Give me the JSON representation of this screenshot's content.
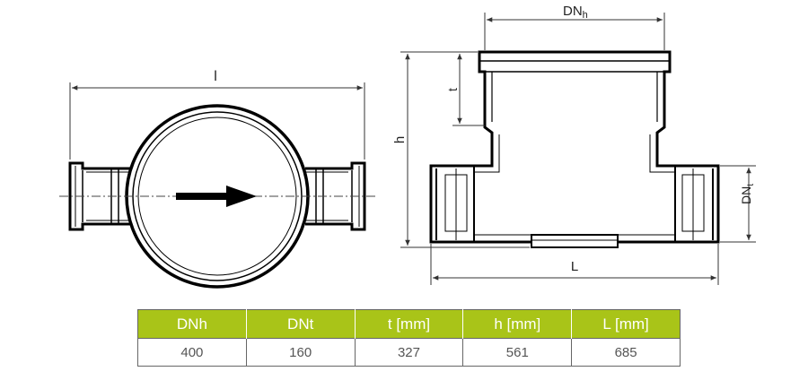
{
  "left_view": {
    "dim_length_label": "l"
  },
  "right_view": {
    "dim_dnh_label": "DN",
    "dim_dnh_sub": "h",
    "dim_t_label": "t",
    "dim_h_label": "h",
    "dim_dnt_label": "DN",
    "dim_dnt_sub": "t",
    "dim_L_label": "L"
  },
  "table": {
    "headers": [
      "DNh",
      "DNt",
      "t [mm]",
      "h [mm]",
      "L [mm]"
    ],
    "rows": [
      [
        "400",
        "160",
        "327",
        "561",
        "685"
      ]
    ]
  },
  "colors": {
    "header_bg": "#a9c418",
    "line": "#000000"
  }
}
